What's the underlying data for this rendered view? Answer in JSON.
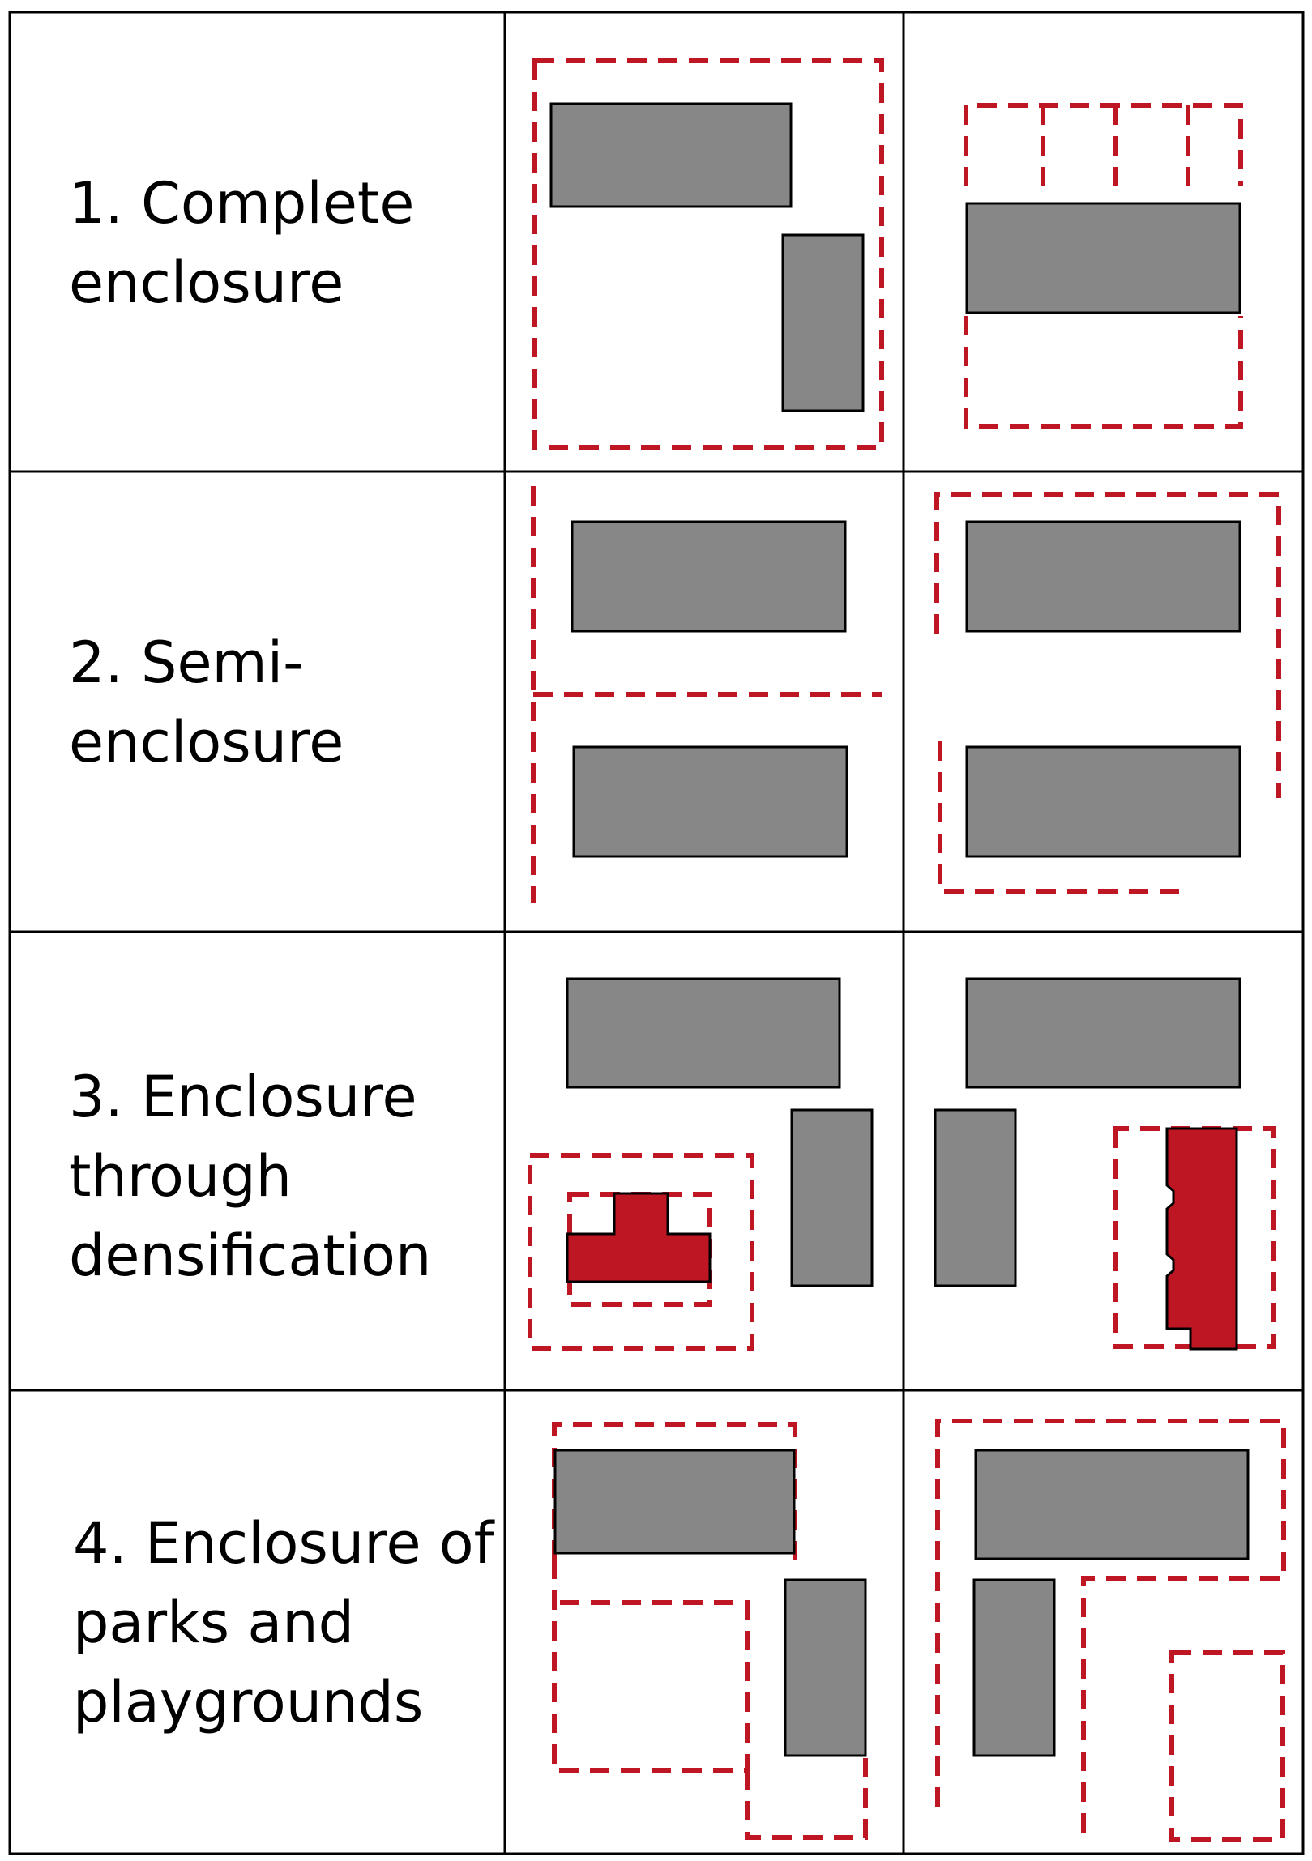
{
  "table": {
    "rows": [
      {
        "label_lines": [
          "1. Complete",
          "enclosure"
        ]
      },
      {
        "label_lines": [
          "2. Semi-",
          "enclosure"
        ]
      },
      {
        "label_lines": [
          "3. Enclosure",
          "through",
          "densification"
        ]
      },
      {
        "label_lines": [
          "4. Enclosure of",
          "parks and",
          "playgrounds"
        ]
      }
    ]
  },
  "colors": {
    "building_fill": "#878787",
    "building_stroke": "#000000",
    "enclosure_dash": "#be1622",
    "densification_fill": "#be1622",
    "grid_line": "#000000",
    "background": "#ffffff"
  }
}
